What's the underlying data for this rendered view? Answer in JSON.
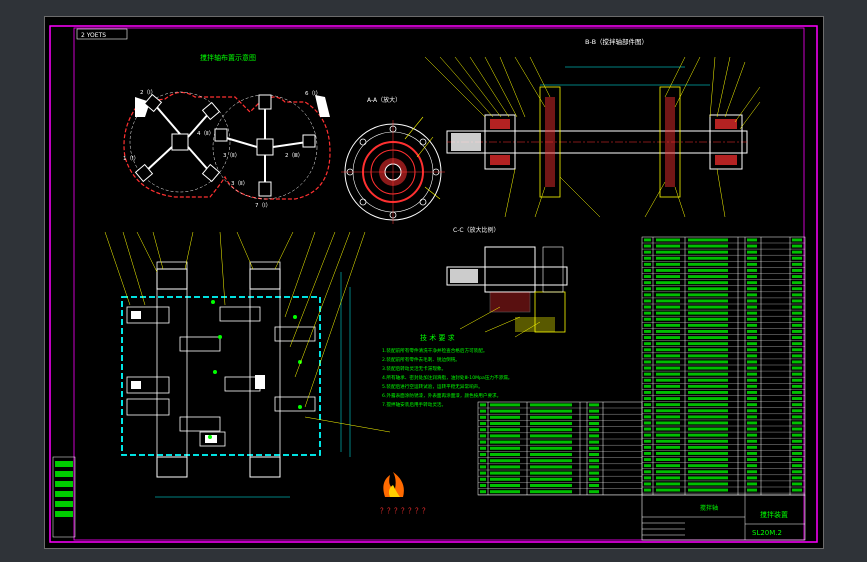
{
  "drawing": {
    "sheet_tag": "2 YOETS",
    "view_top_left_title": "搅拌轴布置示意图",
    "view_section_title": "B-B（搅拌轴部件图）",
    "view_aa_title": "A-A（放大）",
    "view_cc_title": "C-C（放大比例）",
    "tech_title": "技 术 要 求",
    "tech_lines": [
      "1.装配前所有零件清洗干净并检查合格后方可装配。",
      "2.装配前所有零件去毛刺、锐边倒钝。",
      "3.装配后转动灵活无卡滞现象。",
      "4.所有轴承、密封处加注润滑脂，油封处Ⅲ-10Mpa压力不渗漏。",
      "5.装配后进行空运转试验，运转平稳无异常响声。",
      "6.外露表面涂防锈漆，外表面再涂面漆，颜色按用户要求。",
      "7.搅拌轴安装后用手转动灵活。"
    ],
    "logo_caption": "？？？？？？？",
    "title_block": {
      "name": "搅拌装置",
      "code": "SL20M.2",
      "part": "搅拌轴"
    },
    "layout_labels": {
      "pos_a": "2（Ⅰ）",
      "pos_b": "4（Ⅱ）",
      "pos_c": "1（Ⅰ）",
      "pos_d": "3（Ⅱ）",
      "pos_e": "6（Ⅰ）",
      "pos_f": "2（Ⅲ）",
      "pos_g": "3（Ⅱ）",
      "pos_h": "7（Ⅰ）"
    }
  },
  "colors": {
    "background": "#000000",
    "frame": "#ff00ff",
    "geometry": "#ffffff",
    "dimension": "#00ffff",
    "leader": "#ffff00",
    "hatch": "#ff3030",
    "green": "#00ff00",
    "bluefill": "#2a2ad8"
  }
}
